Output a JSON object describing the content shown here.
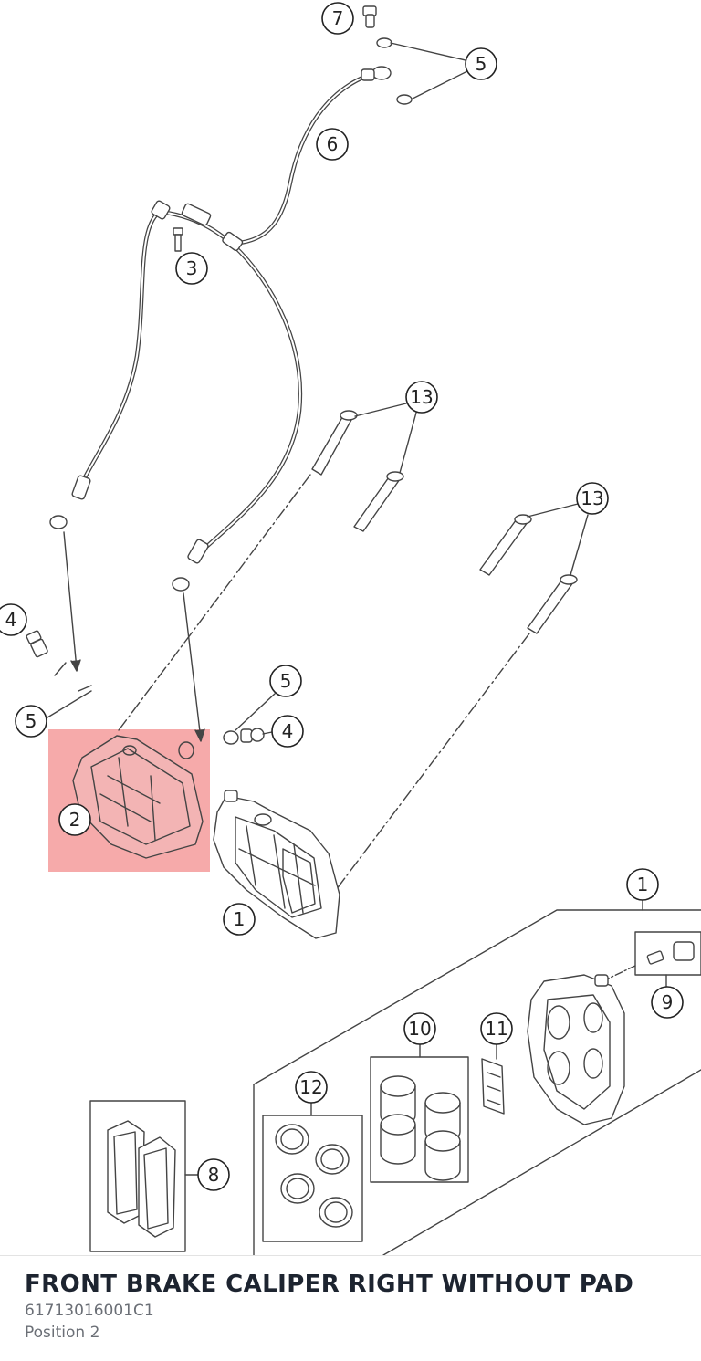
{
  "colors": {
    "highlight": "#f59b9b",
    "line": "#444444",
    "footer_title": "#1d2430",
    "footer_meta": "#6b6f76"
  },
  "callouts": [
    {
      "id": "c7",
      "num": "7"
    },
    {
      "id": "c5a",
      "num": "5"
    },
    {
      "id": "c6",
      "num": "6"
    },
    {
      "id": "c3",
      "num": "3"
    },
    {
      "id": "c13a",
      "num": "13"
    },
    {
      "id": "c13b",
      "num": "13"
    },
    {
      "id": "c4a",
      "num": "4"
    },
    {
      "id": "c5b",
      "num": "5"
    },
    {
      "id": "c5c",
      "num": "5"
    },
    {
      "id": "c4b",
      "num": "4"
    },
    {
      "id": "c2",
      "num": "2"
    },
    {
      "id": "c1a",
      "num": "1"
    },
    {
      "id": "c1b",
      "num": "1"
    },
    {
      "id": "c9",
      "num": "9"
    },
    {
      "id": "c10",
      "num": "10"
    },
    {
      "id": "c11",
      "num": "11"
    },
    {
      "id": "c12",
      "num": "12"
    },
    {
      "id": "c8",
      "num": "8"
    }
  ],
  "footer": {
    "title": "FRONT BRAKE CALIPER RIGHT WITHOUT PAD",
    "part_number": "61713016001C1",
    "position": "Position 2"
  }
}
